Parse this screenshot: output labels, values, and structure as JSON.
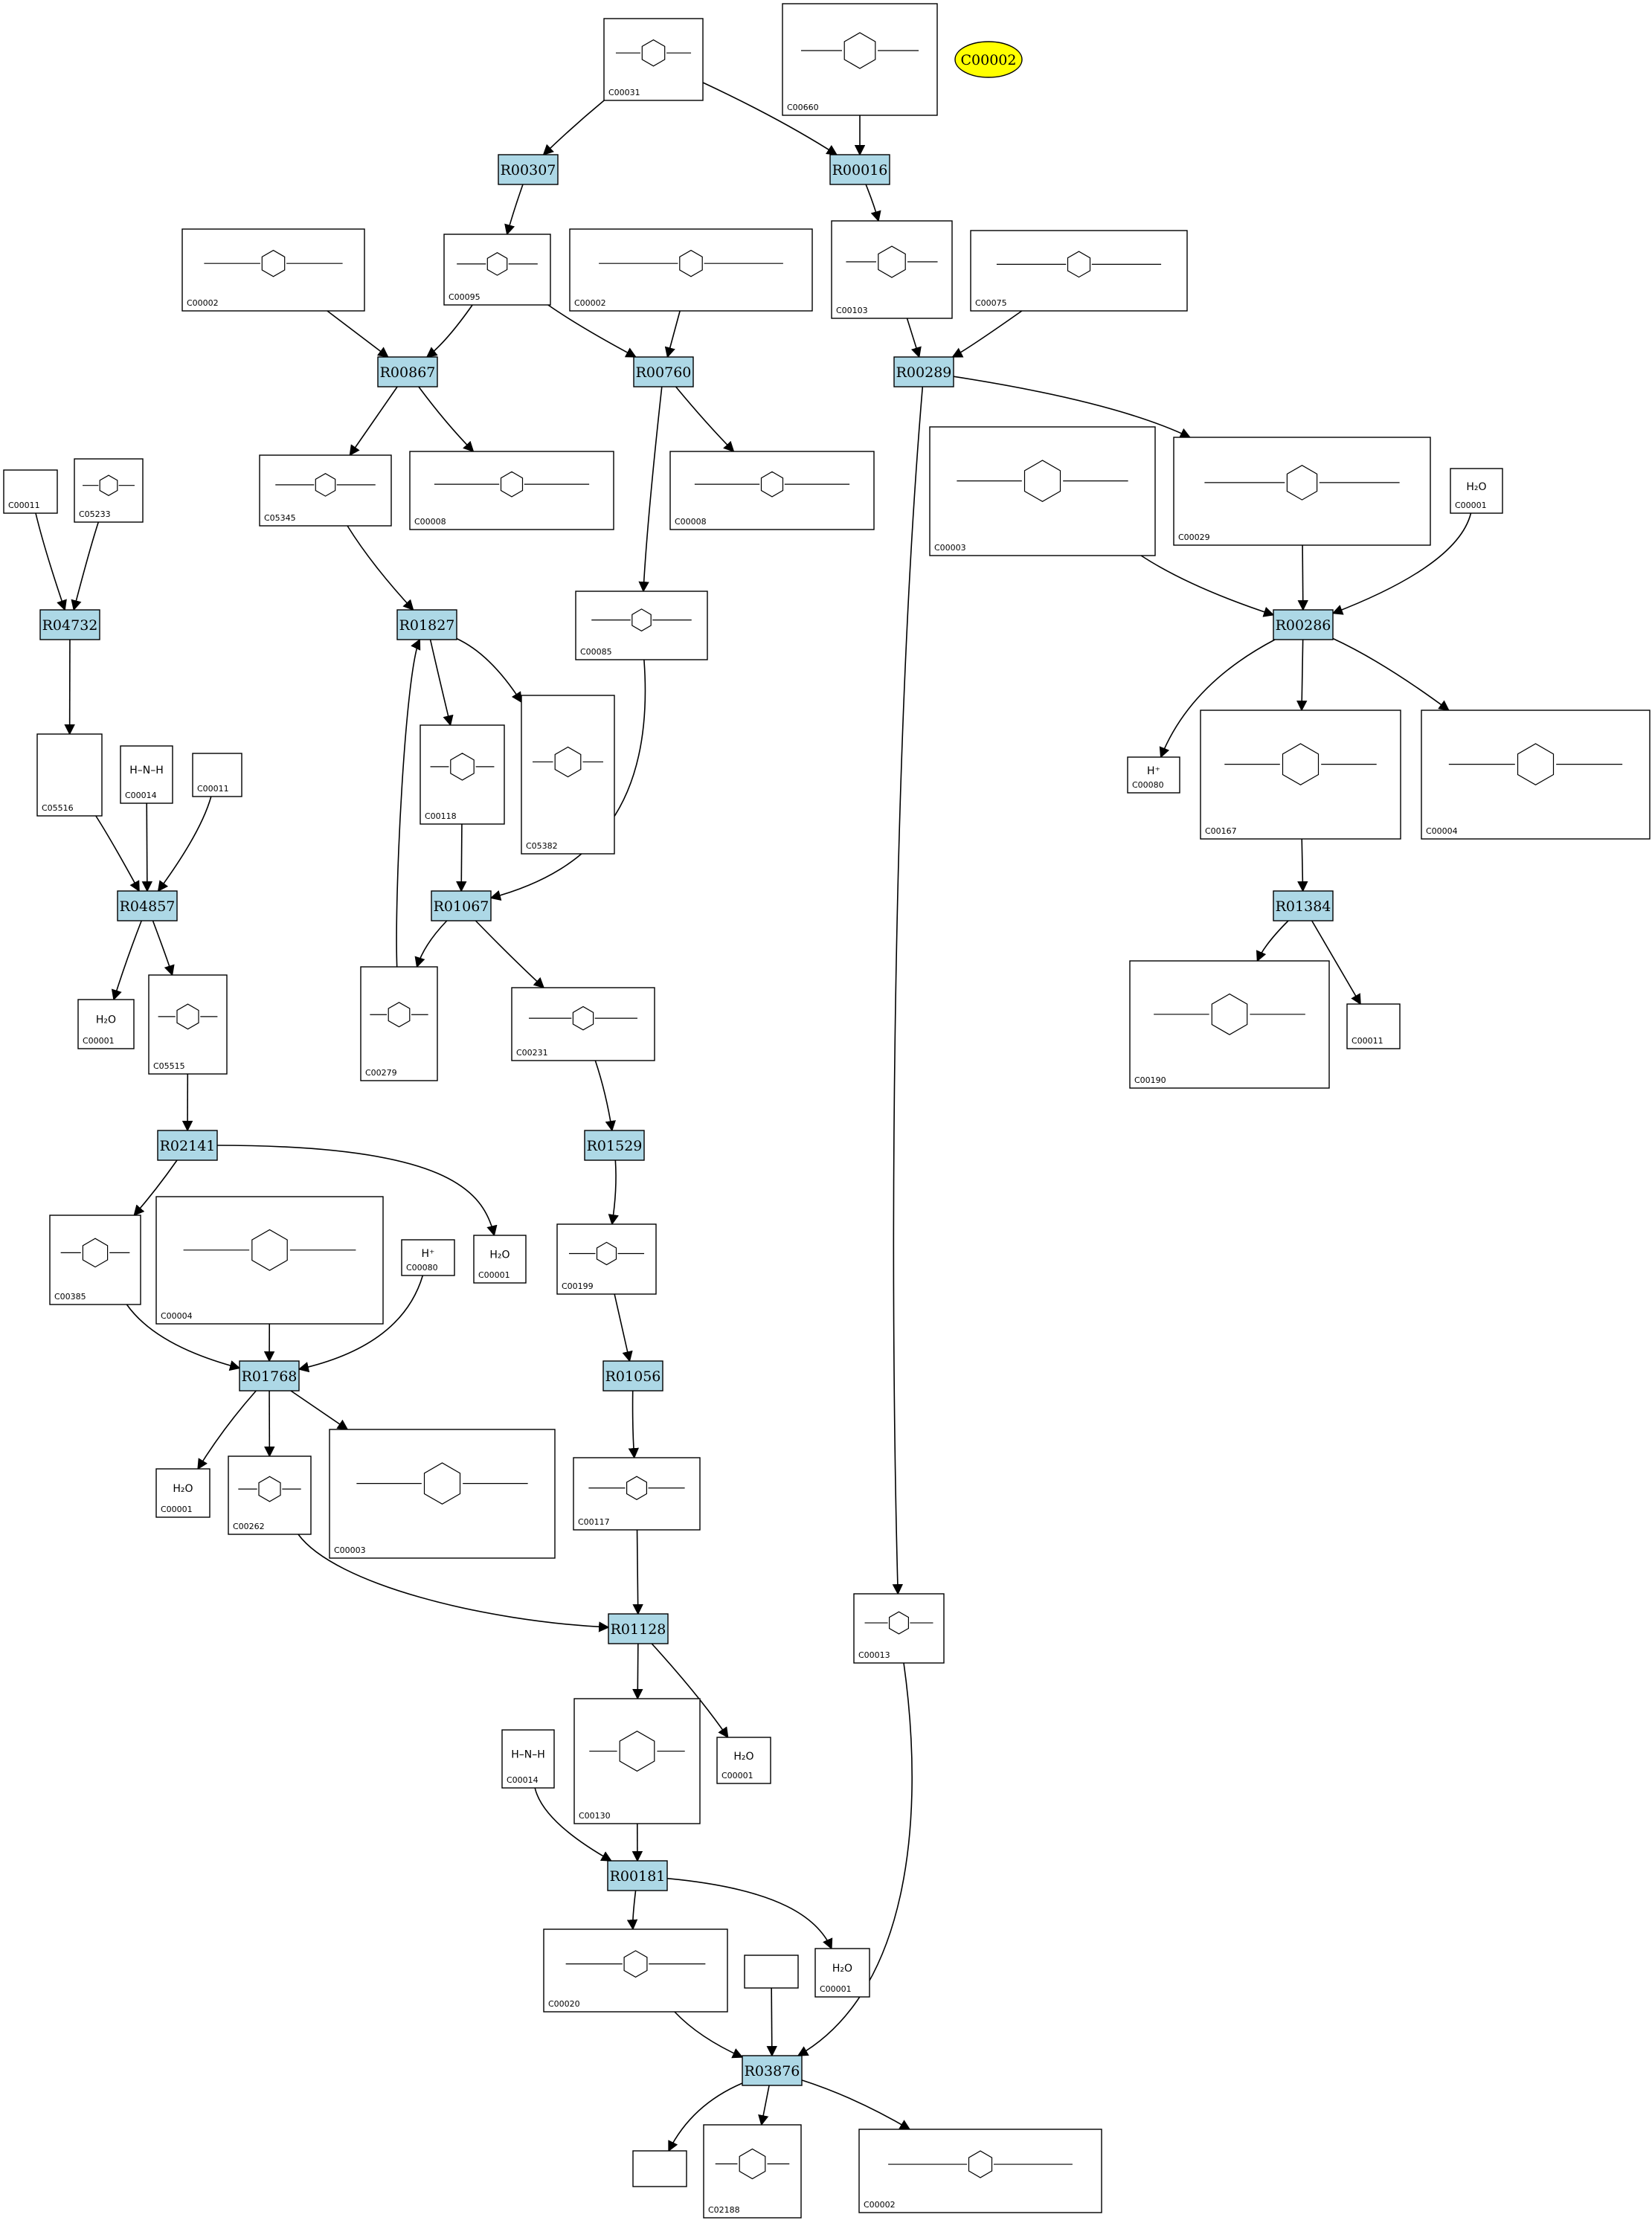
{
  "legend": {
    "label": "C00002",
    "color": "#ffff00"
  },
  "colors": {
    "reaction_fill": "#add8e6",
    "compound_fill": "#ffffff",
    "edge": "#000000"
  },
  "reactions": [
    {
      "id": "R00307",
      "label": "R00307"
    },
    {
      "id": "R00016",
      "label": "R00016"
    },
    {
      "id": "R00867",
      "label": "R00867"
    },
    {
      "id": "R00760",
      "label": "R00760"
    },
    {
      "id": "R00289",
      "label": "R00289"
    },
    {
      "id": "R04732",
      "label": "R04732"
    },
    {
      "id": "R01827",
      "label": "R01827"
    },
    {
      "id": "R00286",
      "label": "R00286"
    },
    {
      "id": "R04857",
      "label": "R04857"
    },
    {
      "id": "R01067",
      "label": "R01067"
    },
    {
      "id": "R01384",
      "label": "R01384"
    },
    {
      "id": "R02141",
      "label": "R02141"
    },
    {
      "id": "R01529",
      "label": "R01529"
    },
    {
      "id": "R01768",
      "label": "R01768"
    },
    {
      "id": "R01056",
      "label": "R01056"
    },
    {
      "id": "R01128",
      "label": "R01128"
    },
    {
      "id": "R00181",
      "label": "R00181"
    },
    {
      "id": "R03876",
      "label": "R03876"
    }
  ],
  "compounds": [
    {
      "key": "c31",
      "id": "C00031",
      "formula": ""
    },
    {
      "key": "c660",
      "id": "C00660",
      "formula": ""
    },
    {
      "key": "c2a",
      "id": "C00002",
      "formula": ""
    },
    {
      "key": "c95",
      "id": "C00095",
      "formula": ""
    },
    {
      "key": "c2b",
      "id": "C00002",
      "formula": ""
    },
    {
      "key": "c103",
      "id": "C00103",
      "formula": ""
    },
    {
      "key": "c75",
      "id": "C00075",
      "formula": ""
    },
    {
      "key": "c11a",
      "id": "C00011",
      "formula": ""
    },
    {
      "key": "c5233",
      "id": "C05233",
      "formula": ""
    },
    {
      "key": "c5345",
      "id": "C05345",
      "formula": ""
    },
    {
      "key": "c8a",
      "id": "C00008",
      "formula": ""
    },
    {
      "key": "c8b",
      "id": "C00008",
      "formula": ""
    },
    {
      "key": "c3a",
      "id": "C00003",
      "formula": ""
    },
    {
      "key": "c29",
      "id": "C00029",
      "formula": ""
    },
    {
      "key": "c1a",
      "id": "C00001",
      "formula": "H₂O"
    },
    {
      "key": "c85",
      "id": "C00085",
      "formula": ""
    },
    {
      "key": "c5516",
      "id": "C05516",
      "formula": ""
    },
    {
      "key": "c14a",
      "id": "C00014",
      "formula": "H–N–H"
    },
    {
      "key": "c11b",
      "id": "C00011",
      "formula": ""
    },
    {
      "key": "c118",
      "id": "C00118",
      "formula": ""
    },
    {
      "key": "c5382",
      "id": "C05382",
      "formula": ""
    },
    {
      "key": "c80a",
      "id": "C00080",
      "formula": "H⁺"
    },
    {
      "key": "c167",
      "id": "C00167",
      "formula": ""
    },
    {
      "key": "c4a",
      "id": "C00004",
      "formula": ""
    },
    {
      "key": "c1b",
      "id": "C00001",
      "formula": "H₂O"
    },
    {
      "key": "c5515",
      "id": "C05515",
      "formula": ""
    },
    {
      "key": "c279",
      "id": "C00279",
      "formula": ""
    },
    {
      "key": "c231",
      "id": "C00231",
      "formula": ""
    },
    {
      "key": "c190",
      "id": "C00190",
      "formula": ""
    },
    {
      "key": "c11c",
      "id": "C00011",
      "formula": ""
    },
    {
      "key": "c385",
      "id": "C00385",
      "formula": ""
    },
    {
      "key": "c4b",
      "id": "C00004",
      "formula": ""
    },
    {
      "key": "c80b",
      "id": "C00080",
      "formula": "H⁺"
    },
    {
      "key": "c1c",
      "id": "C00001",
      "formula": "H₂O"
    },
    {
      "key": "c199",
      "id": "C00199",
      "formula": ""
    },
    {
      "key": "c1d",
      "id": "C00001",
      "formula": "H₂O"
    },
    {
      "key": "c262",
      "id": "C00262",
      "formula": ""
    },
    {
      "key": "c3b",
      "id": "C00003",
      "formula": ""
    },
    {
      "key": "c117",
      "id": "C00117",
      "formula": ""
    },
    {
      "key": "c13",
      "id": "C00013",
      "formula": ""
    },
    {
      "key": "c130",
      "id": "C00130",
      "formula": ""
    },
    {
      "key": "c1e",
      "id": "C00001",
      "formula": "H₂O"
    },
    {
      "key": "c14b",
      "id": "C00014",
      "formula": "H–N–H"
    },
    {
      "key": "c20",
      "id": "C00020",
      "formula": ""
    },
    {
      "key": "c1f",
      "id": "C00001",
      "formula": "H₂O"
    },
    {
      "key": "blank1",
      "id": "",
      "formula": ""
    },
    {
      "key": "blank2",
      "id": "",
      "formula": ""
    },
    {
      "key": "c2188",
      "id": "C02188",
      "formula": ""
    },
    {
      "key": "c2c",
      "id": "C00002",
      "formula": ""
    }
  ]
}
